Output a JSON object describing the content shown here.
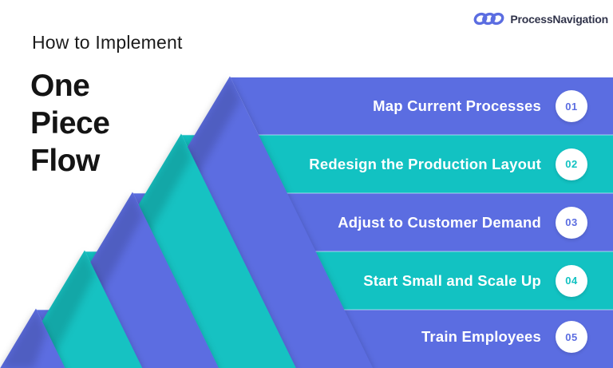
{
  "header": {
    "kicker": "How to Implement",
    "title_lines": [
      "One",
      "Piece",
      "Flow"
    ]
  },
  "brand": {
    "name": "ProcessNavigation",
    "logo_icon": "triple-loop-icon"
  },
  "steps": [
    {
      "label": "Map Current Processes",
      "number": "01",
      "color": "#5b6de1",
      "color_name": "purple"
    },
    {
      "label": "Redesign the Production Layout",
      "number": "02",
      "color": "#12c2c2",
      "color_name": "teal"
    },
    {
      "label": "Adjust to Customer Demand",
      "number": "03",
      "color": "#5b6de1",
      "color_name": "purple"
    },
    {
      "label": "Start Small and Scale Up",
      "number": "04",
      "color": "#12c2c2",
      "color_name": "teal"
    },
    {
      "label": "Train Employees",
      "number": "05",
      "color": "#5b6de1",
      "color_name": "purple"
    }
  ],
  "colors": {
    "background": "#ffffff",
    "accent_purple": "#5b6de1",
    "accent_teal": "#12c2c2",
    "title_text": "#141414",
    "brand_text": "#31344b",
    "step_text": "#ffffff"
  }
}
